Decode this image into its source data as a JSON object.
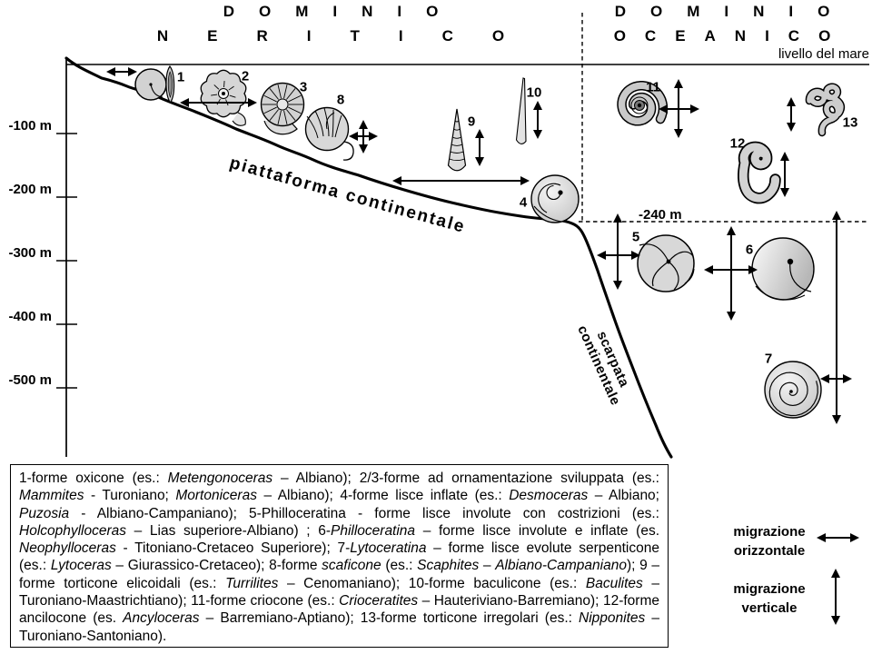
{
  "header": {
    "left": {
      "line1": "DOMINIO",
      "line2": "NERITICO"
    },
    "right": {
      "line1": "DOMINIO",
      "line2": "OCEANICO"
    }
  },
  "sea_level_label": "livello del mare",
  "depth_axis": {
    "labels": [
      "-100 m",
      "-200 m",
      "-300 m",
      "-400 m",
      "-500 m"
    ]
  },
  "zone_labels": {
    "platform": "piattaforma continentale",
    "slope_line1": "scarpata",
    "slope_line2": "continentale",
    "depth_240": "-240 m"
  },
  "figures": [
    {
      "number": "1"
    },
    {
      "number": "2"
    },
    {
      "number": "3"
    },
    {
      "number": "4"
    },
    {
      "number": "5"
    },
    {
      "number": "6"
    },
    {
      "number": "7"
    },
    {
      "number": "8"
    },
    {
      "number": "9"
    },
    {
      "number": "10"
    },
    {
      "number": "11"
    },
    {
      "number": "12"
    },
    {
      "number": "13"
    }
  ],
  "legend": {
    "horizontal": "migrazione orizzontale",
    "vertical": "migrazione verticale"
  },
  "caption": {
    "segments": [
      {
        "t": "1-forme oxicone (es.: "
      },
      {
        "t": "Metengonoceras",
        "i": true
      },
      {
        "t": " – Albiano); 2/3-forme ad ornamentazione sviluppata (es.: "
      },
      {
        "t": "Mammites",
        "i": true
      },
      {
        "t": " - Turoniano; "
      },
      {
        "t": "Mortoniceras",
        "i": true
      },
      {
        "t": " – Albiano); 4-forme lisce inflate (es.: "
      },
      {
        "t": "Desmoceras",
        "i": true
      },
      {
        "t": " – Albiano; "
      },
      {
        "t": "Puzosia",
        "i": true
      },
      {
        "t": " - Albiano-Campaniano); 5-Philloceratina - forme lisce involute con costrizioni (es.: "
      },
      {
        "t": "Holcophylloceras",
        "i": true
      },
      {
        "t": " – Lias superiore-Albiano) ; 6-"
      },
      {
        "t": "Philloceratina",
        "i": true
      },
      {
        "t": " – forme lisce involute e inflate (es. "
      },
      {
        "t": "Neophylloceras",
        "i": true
      },
      {
        "t": " - Titoniano-Cretaceo Superiore); 7-"
      },
      {
        "t": "Lytoceratina",
        "i": true
      },
      {
        "t": " – forme lisce evolute serpenticone (es.: "
      },
      {
        "t": "Lytoceras",
        "i": true
      },
      {
        "t": " – Giurassico-Cretaceo); 8-forme "
      },
      {
        "t": "scaficone",
        "i": true
      },
      {
        "t": " (es.: "
      },
      {
        "t": "Scaphites",
        "i": true
      },
      {
        "t": " – "
      },
      {
        "t": "Albiano-Campaniano",
        "i": true
      },
      {
        "t": "); 9 – forme torticone elicoidali (es.: "
      },
      {
        "t": "Turrilites",
        "i": true
      },
      {
        "t": " – Cenomaniano); 10-forme baculicone (es.: "
      },
      {
        "t": "Baculites",
        "i": true
      },
      {
        "t": " – Turoniano-Maastrichtiano); 11-forme criocone (es.: "
      },
      {
        "t": "Crioceratites",
        "i": true
      },
      {
        "t": " – Hauteriviano-Barremiano); 12-forme ancilocone (es. "
      },
      {
        "t": "Ancyloceras",
        "i": true
      },
      {
        "t": " – Barremiano-Aptiano); 13-forme torticone irregolari (es.: "
      },
      {
        "t": "Nipponites",
        "i": true
      },
      {
        "t": " – Turoniano-Santoniano)."
      }
    ]
  },
  "colors": {
    "ink": "#000000",
    "shell_fill": "#d6d6d6",
    "background": "#ffffff"
  }
}
